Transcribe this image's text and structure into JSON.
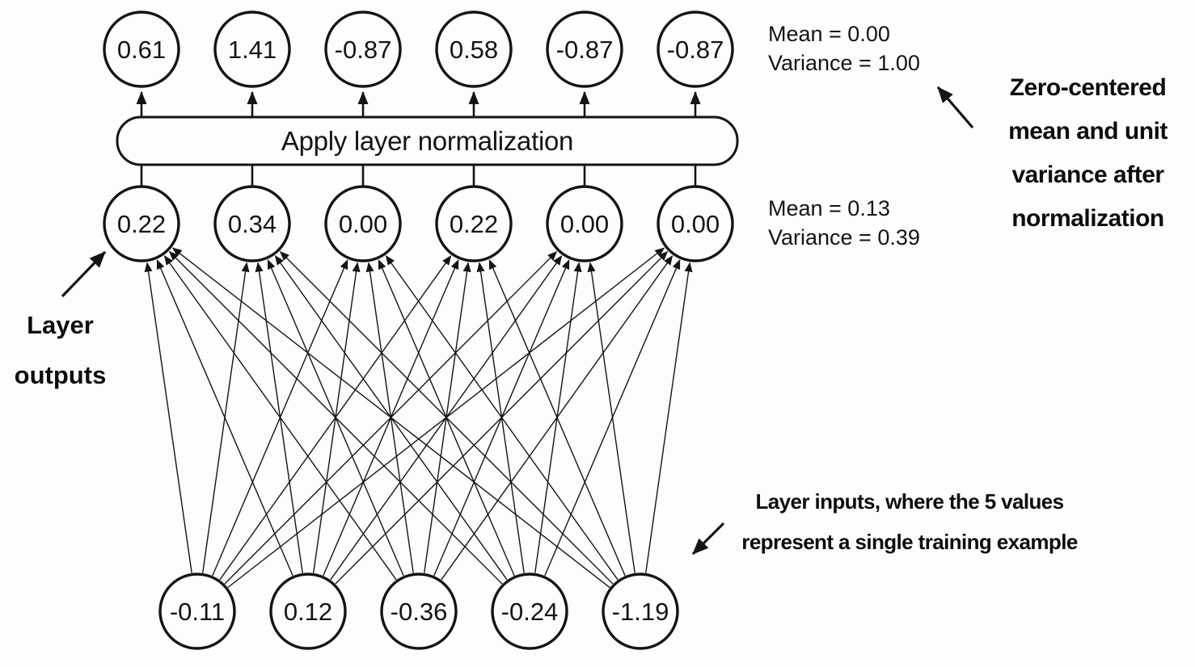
{
  "diagram": {
    "colors": {
      "background": "#fdfdfd",
      "stroke": "#141414",
      "text": "#141414"
    },
    "box": {
      "label": "Apply layer normalization"
    },
    "top_nodes": [
      "0.61",
      "1.41",
      "-0.87",
      "0.58",
      "-0.87",
      "-0.87"
    ],
    "middle_nodes": [
      "0.22",
      "0.34",
      "0.00",
      "0.22",
      "0.00",
      "0.00"
    ],
    "bottom_nodes": [
      "-0.11",
      "0.12",
      "-0.36",
      "-0.24",
      "-1.19"
    ],
    "stats_after": {
      "mean": "Mean = 0.00",
      "variance": "Variance = 1.00"
    },
    "stats_before": {
      "mean": "Mean = 0.13",
      "variance": "Variance = 0.39"
    },
    "annotations": {
      "right": [
        "Zero-centered",
        "mean and unit",
        "variance after",
        "normalization"
      ],
      "left": [
        "Layer",
        "outputs"
      ],
      "bottom": [
        "Layer inputs, where the 5 values",
        "represent a single training example"
      ]
    }
  }
}
